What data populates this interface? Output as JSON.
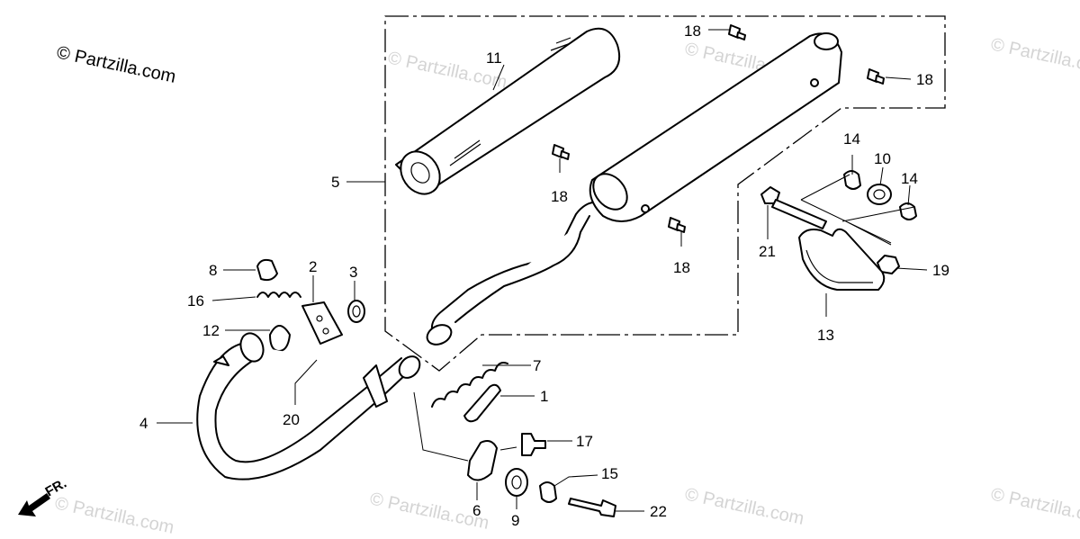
{
  "copyright": "© Partzilla.com",
  "watermark": "© Partzilla.com",
  "front_indicator": "FR.",
  "callouts": {
    "c1": "1",
    "c2": "2",
    "c3": "3",
    "c4": "4",
    "c5": "5",
    "c6": "6",
    "c7": "7",
    "c8": "8",
    "c9": "9",
    "c10": "10",
    "c11": "11",
    "c12": "12",
    "c13": "13",
    "c14a": "14",
    "c14b": "14",
    "c15": "15",
    "c16": "16",
    "c17": "17",
    "c18a": "18",
    "c18b": "18",
    "c18c": "18",
    "c18d": "18",
    "c19": "19",
    "c20": "20",
    "c21": "21",
    "c22": "22"
  }
}
